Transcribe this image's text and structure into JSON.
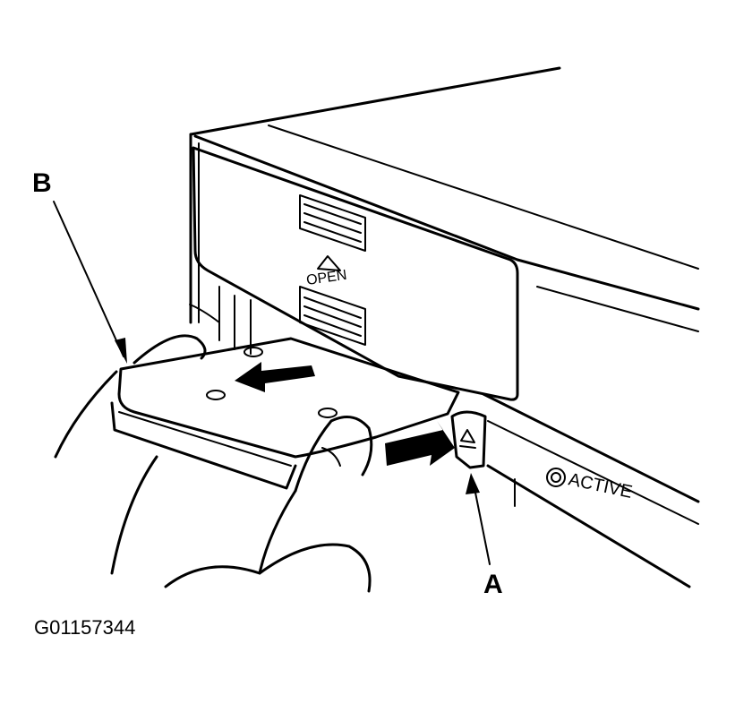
{
  "callouts": {
    "a": "A",
    "b": "B"
  },
  "panel_text": {
    "open": "OPEN",
    "active": "ACTIVE"
  },
  "figure_id": "G01157344"
}
